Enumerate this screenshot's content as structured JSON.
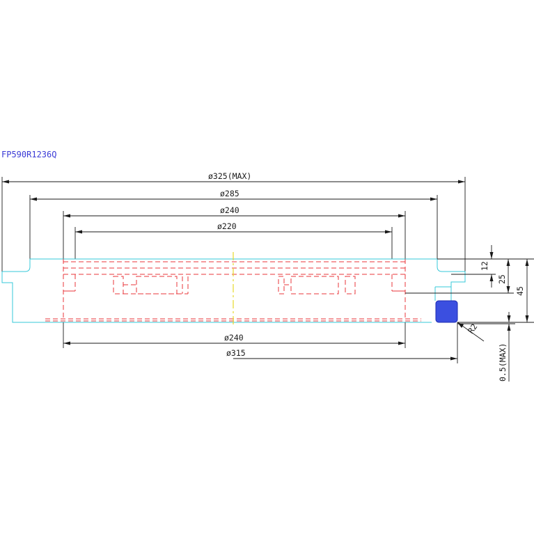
{
  "part_number": "FP590R1236Q",
  "dimensions": {
    "outer_max": "ø325(MAX)",
    "d285": "ø285",
    "d240_top": "ø240",
    "d220": "ø220",
    "d240_bottom": "ø240",
    "d315": "ø315",
    "h12": "12",
    "h25": "25",
    "h45": "45",
    "radius": "R2",
    "tolerance": "0.5(MAX)"
  },
  "colors": {
    "outline": "#36c8d8",
    "hidden_lines": "#e8343a",
    "centerline": "#e6d82a",
    "seal_ring": "#3b4fe0",
    "dimension": "#1a1a1a",
    "part_label": "#3b3bd6"
  }
}
